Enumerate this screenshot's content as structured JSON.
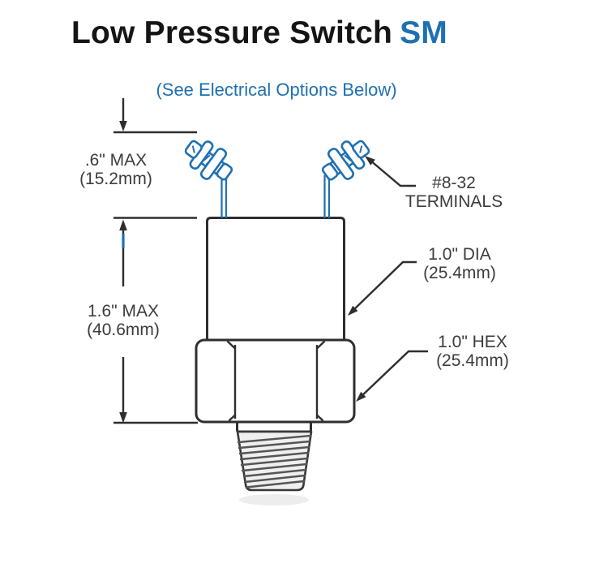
{
  "title": {
    "main": "Low Pressure Switch",
    "suffix": "SM"
  },
  "subtitle": "(See Electrical Options Below)",
  "labels": {
    "height_terminal": {
      "line1": ".6\" MAX",
      "line2": "(15.2mm)"
    },
    "height_body": {
      "line1": "1.6\" MAX",
      "line2": "(40.6mm)"
    },
    "terminals": {
      "line1": "#8-32",
      "line2": "TERMINALS"
    },
    "diameter": {
      "line1": "1.0\" DIA",
      "line2": "(25.4mm)"
    },
    "hex": {
      "line1": "1.0\" HEX",
      "line2": "(25.4mm)"
    }
  },
  "colors": {
    "accent_blue": "#1f70b2",
    "line_dark": "#2e2e2e",
    "text_dark": "#3c3c3c",
    "title_black": "#151515",
    "thread_gray": "#555555",
    "thread_fill": "#efefef"
  }
}
